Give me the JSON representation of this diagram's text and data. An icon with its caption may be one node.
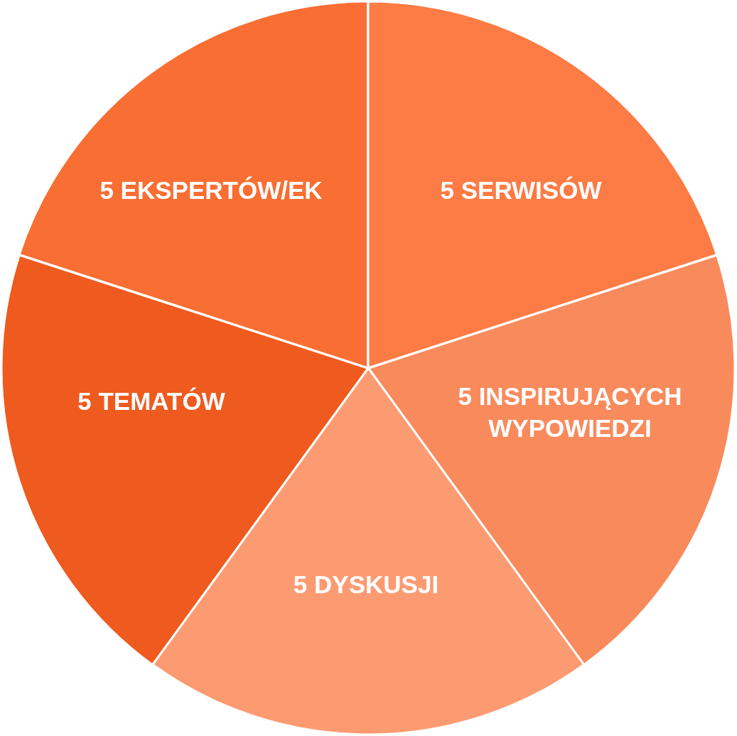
{
  "diagram": {
    "nodes": [
      {
        "text": [
          "5 EKSPERTÓW/EK"
        ]
      },
      {
        "text": [
          "5 SERWISÓW"
        ]
      },
      {
        "text": [
          "5 TEMATÓW"
        ]
      },
      {
        "text": [
          "5 INSPIRUJĄCYCH WYPOWIEDZI"
        ]
      },
      {
        "text": [
          "5 DYSKUSJI"
        ]
      }
    ]
  }
}
